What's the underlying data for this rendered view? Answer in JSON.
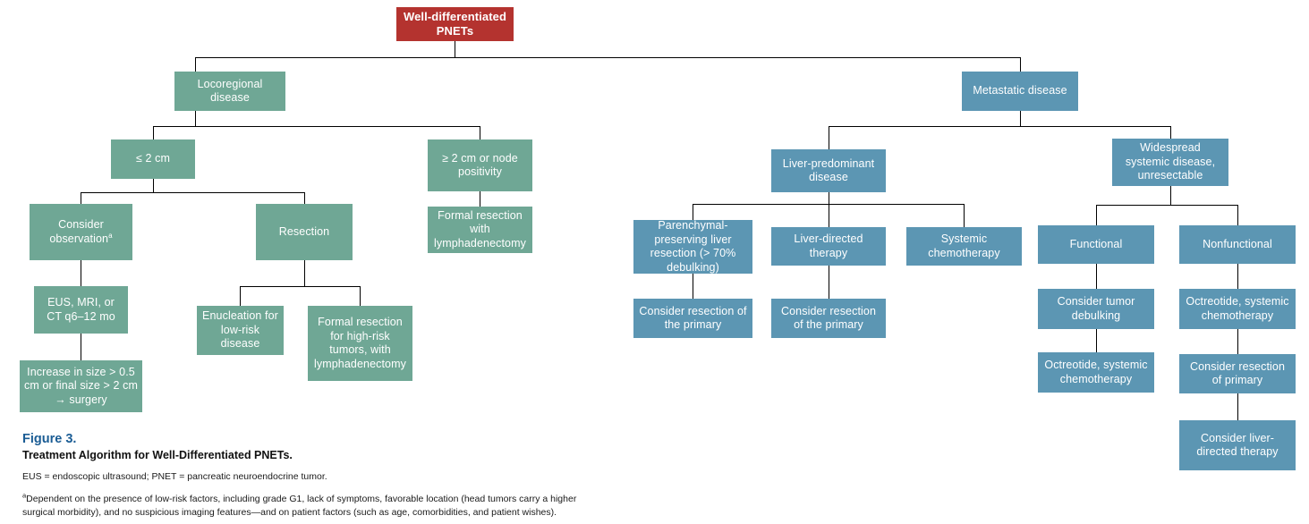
{
  "figure": {
    "label": "Figure 3.",
    "title": "Treatment Algorithm for Well-Differentiated PNETs.",
    "abbreviations": "EUS = endoscopic ultrasound; PNET = pancreatic neuroendocrine tumor.",
    "footnote_marker": "a",
    "footnote": "Dependent on the presence of low-risk factors, including grade G1, lack of symptoms, favorable location (head tumors carry a higher surgical morbidity), and no suspicious imaging features—and on patient factors (such as age, comorbidities, and patient wishes)."
  },
  "colors": {
    "root": "#b4332f",
    "locoregional": "#6fa795",
    "metastatic": "#5c96b3",
    "figure_label": "#1a5c94",
    "connector": "#000000",
    "node_text": "#ffffff",
    "background": "#ffffff"
  },
  "chart_data": {
    "type": "diagram",
    "title": "Treatment Algorithm for Well-Differentiated PNETs",
    "nodes": [
      {
        "id": "root",
        "label": "Well-differentiated PNETs",
        "color": "root",
        "level": 0
      },
      {
        "id": "locoregional",
        "label": "Locoregional disease",
        "color": "locoregional",
        "level": 1
      },
      {
        "id": "metastatic",
        "label": "Metastatic disease",
        "color": "metastatic",
        "level": 1
      },
      {
        "id": "le2cm",
        "label": "≤ 2 cm",
        "color": "locoregional",
        "level": 2
      },
      {
        "id": "ge2cm",
        "label": "≥ 2 cm or node positivity",
        "color": "locoregional",
        "level": 2
      },
      {
        "id": "observation",
        "label": "Consider observation",
        "color": "locoregional",
        "level": 3,
        "superscript": "a"
      },
      {
        "id": "resection",
        "label": "Resection",
        "color": "locoregional",
        "level": 3
      },
      {
        "id": "formal-lymph",
        "label": "Formal resection with lymphadenectomy",
        "color": "locoregional",
        "level": 3
      },
      {
        "id": "surveillance",
        "label": "EUS, MRI, or CT q6–12 mo",
        "color": "locoregional",
        "level": 4
      },
      {
        "id": "enucleation",
        "label": "Enucleation for low-risk disease",
        "color": "locoregional",
        "level": 4
      },
      {
        "id": "formal-highrisk",
        "label": "Formal resection for high-risk tumors, with lymphadenectomy",
        "color": "locoregional",
        "level": 4
      },
      {
        "id": "increase-size",
        "label": "Increase in size > 0.5 cm or final size > 2 cm → surgery",
        "color": "locoregional",
        "level": 5
      },
      {
        "id": "liver-pred",
        "label": "Liver-predominant disease",
        "color": "metastatic",
        "level": 2
      },
      {
        "id": "widespread",
        "label": "Widespread systemic disease, unresectable",
        "color": "metastatic",
        "level": 2
      },
      {
        "id": "parenchymal",
        "label": "Parenchymal-preserving liver resection (> 70% debulking)",
        "color": "metastatic",
        "level": 3
      },
      {
        "id": "liver-directed",
        "label": "Liver-directed therapy",
        "color": "metastatic",
        "level": 3
      },
      {
        "id": "systemic-chemo",
        "label": "Systemic chemotherapy",
        "color": "metastatic",
        "level": 3
      },
      {
        "id": "functional",
        "label": "Functional",
        "color": "metastatic",
        "level": 3
      },
      {
        "id": "nonfunctional",
        "label": "Nonfunctional",
        "color": "metastatic",
        "level": 3
      },
      {
        "id": "cons-res-prim-1",
        "label": "Consider resection of the primary",
        "color": "metastatic",
        "level": 4
      },
      {
        "id": "cons-res-prim-2",
        "label": "Consider resection of the primary",
        "color": "metastatic",
        "level": 4
      },
      {
        "id": "tumor-debulking",
        "label": "Consider tumor debulking",
        "color": "metastatic",
        "level": 4
      },
      {
        "id": "octreotide-1",
        "label": "Octreotide, systemic chemotherapy",
        "color": "metastatic",
        "level": 4
      },
      {
        "id": "octreotide-2",
        "label": "Octreotide, systemic chemotherapy",
        "color": "metastatic",
        "level": 5
      },
      {
        "id": "cons-res-prim-3",
        "label": "Consider resection of primary",
        "color": "metastatic",
        "level": 5
      },
      {
        "id": "cons-liver-dir",
        "label": "Consider liver-directed therapy",
        "color": "metastatic",
        "level": 6
      }
    ],
    "edges": [
      [
        "root",
        "locoregional"
      ],
      [
        "root",
        "metastatic"
      ],
      [
        "locoregional",
        "le2cm"
      ],
      [
        "locoregional",
        "ge2cm"
      ],
      [
        "le2cm",
        "observation"
      ],
      [
        "le2cm",
        "resection"
      ],
      [
        "ge2cm",
        "formal-lymph"
      ],
      [
        "observation",
        "surveillance"
      ],
      [
        "surveillance",
        "increase-size"
      ],
      [
        "resection",
        "enucleation"
      ],
      [
        "resection",
        "formal-highrisk"
      ],
      [
        "metastatic",
        "liver-pred"
      ],
      [
        "metastatic",
        "widespread"
      ],
      [
        "liver-pred",
        "parenchymal"
      ],
      [
        "liver-pred",
        "liver-directed"
      ],
      [
        "liver-pred",
        "systemic-chemo"
      ],
      [
        "parenchymal",
        "cons-res-prim-1"
      ],
      [
        "liver-directed",
        "cons-res-prim-2"
      ],
      [
        "widespread",
        "functional"
      ],
      [
        "widespread",
        "nonfunctional"
      ],
      [
        "functional",
        "tumor-debulking"
      ],
      [
        "tumor-debulking",
        "octreotide-2"
      ],
      [
        "nonfunctional",
        "octreotide-1"
      ],
      [
        "octreotide-1",
        "cons-res-prim-3"
      ],
      [
        "cons-res-prim-3",
        "cons-liver-dir"
      ]
    ]
  }
}
